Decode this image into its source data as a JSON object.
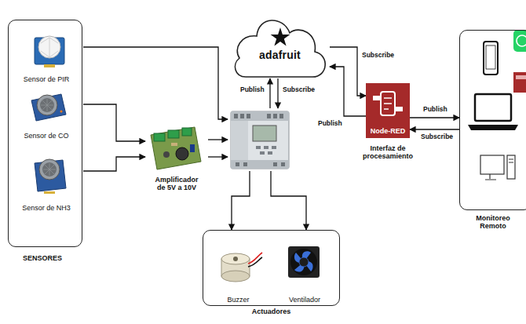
{
  "diagram": {
    "nodes": [
      {
        "text": [
          "SENSORES"
        ]
      },
      {
        "text": [
          "Sensor de PIR"
        ],
        "in": 0
      },
      {
        "text": [
          "Sensor de CO"
        ],
        "in": 0
      },
      {
        "text": [
          "Sensor de NH3"
        ],
        "in": 0
      },
      {
        "text": [
          "Amplificador de 5V a 10V"
        ]
      },
      {
        "text": [
          "adafruit"
        ]
      },
      {
        "text": []
      },
      {
        "text": [
          "Node-RED",
          "Interfaz de procesamiento"
        ]
      },
      {
        "text": [
          "Monitoreo Remoto"
        ]
      },
      {
        "text": [
          "Actuadores"
        ]
      },
      {
        "text": [
          "Buzzer"
        ],
        "in": 9
      },
      {
        "text": [
          "Ventilador"
        ],
        "in": 9
      }
    ],
    "edges": [
      {
        "from": 1,
        "to": 6,
        "arrow": "to"
      },
      {
        "from": 2,
        "to": 4,
        "arrow": "to"
      },
      {
        "from": 3,
        "to": 4,
        "arrow": "to"
      },
      {
        "from": 4,
        "to": 6,
        "arrow": "to"
      },
      {
        "from": 4,
        "to": 6,
        "arrow": "to"
      },
      {
        "from": 6,
        "to": 5,
        "label": "Publish",
        "arrow": "to"
      },
      {
        "from": 5,
        "to": 6,
        "label": "Subscribe",
        "arrow": "to"
      },
      {
        "from": 5,
        "to": 7,
        "label": "Subscribe",
        "arrow": "to"
      },
      {
        "from": 7,
        "to": 5,
        "label": "Publish",
        "arrow": "to"
      },
      {
        "from": 7,
        "to": 8,
        "label": "Publish",
        "arrow": "to"
      },
      {
        "from": 8,
        "to": 7,
        "label": "Subscribe",
        "arrow": "to"
      },
      {
        "from": 6,
        "to": 9,
        "arrow": "to"
      },
      {
        "from": 6,
        "to": 9,
        "arrow": "to"
      }
    ]
  }
}
